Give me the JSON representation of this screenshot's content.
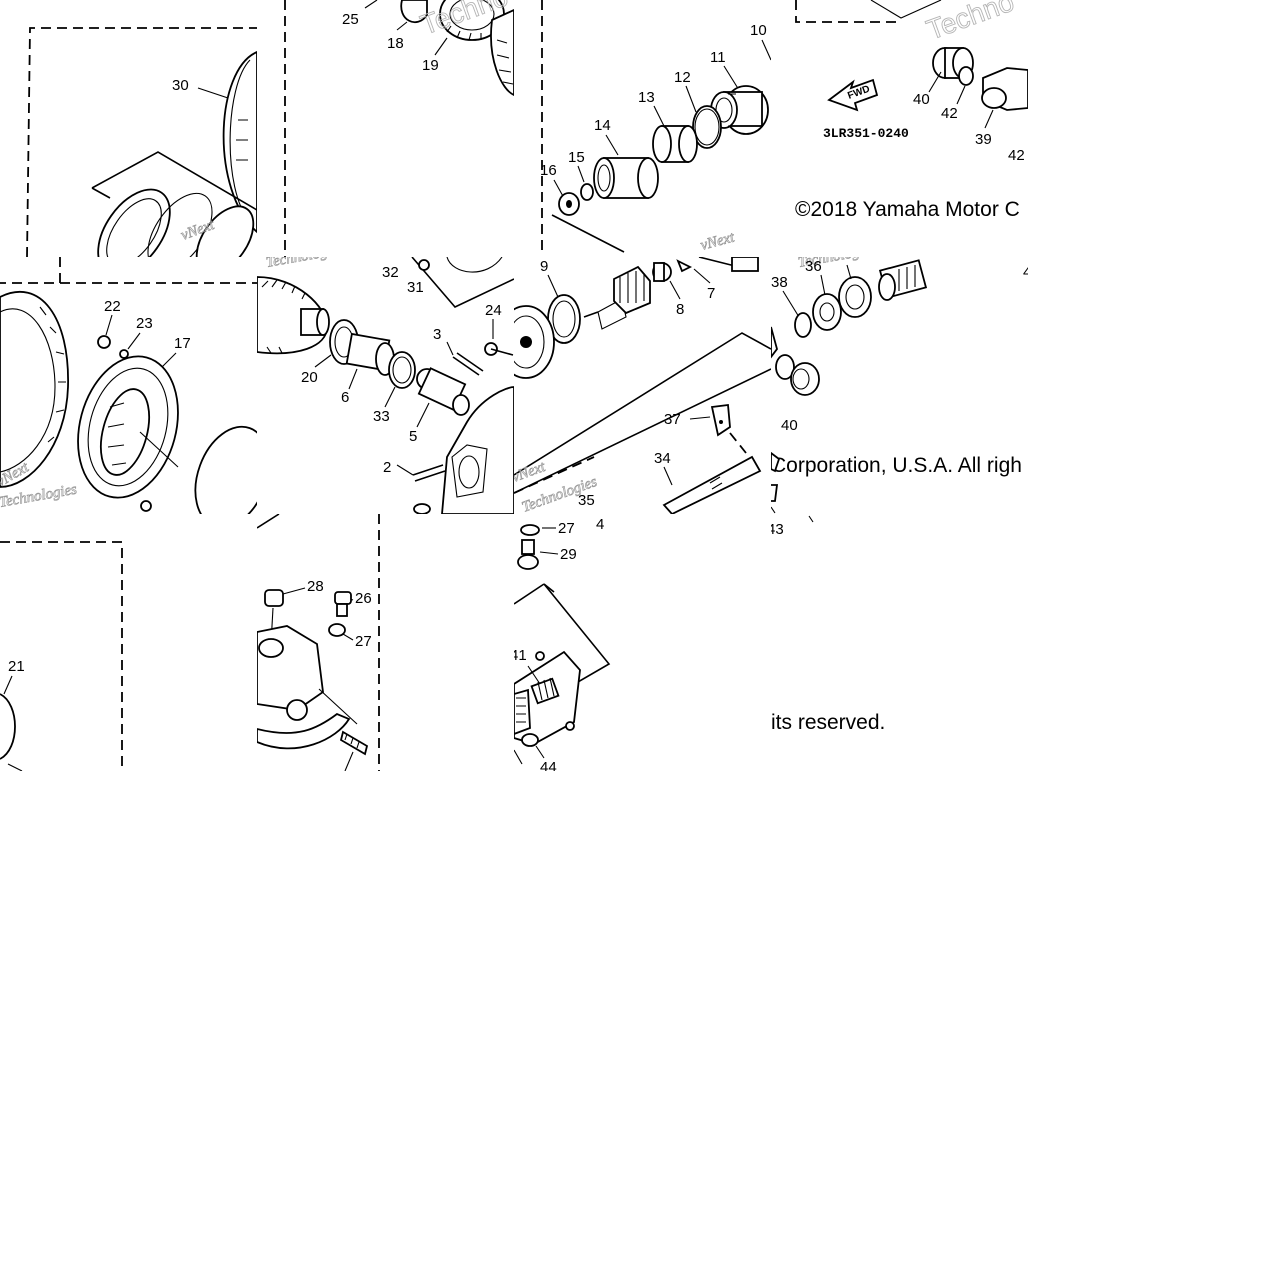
{
  "diagram": {
    "copyright": {
      "part1": "©2018 Yamaha Motor C",
      "part2": "Corporation, U.S.A. All righ",
      "part3": "its reserved."
    },
    "code": "3LR351-0240",
    "fwd": "FWD",
    "watermark": {
      "brand": "vNext",
      "tech": "Technologies",
      "big": "Techno"
    },
    "callouts": {
      "c1": "25",
      "c2": "18",
      "c3": "19",
      "c4": "30",
      "c5": "10",
      "c6": "11",
      "c7": "12",
      "c8": "13",
      "c9": "14",
      "c10": "15",
      "c11": "16",
      "c12": "40",
      "c13": "42",
      "c14": "39",
      "c15": "42",
      "c16": "22",
      "c17": "23",
      "c18": "17",
      "c19": "32",
      "c20": "31",
      "c21": "24",
      "c22": "3",
      "c23": "20",
      "c24": "6",
      "c25": "33",
      "c26": "5",
      "c27": "2",
      "c28": "9",
      "c29": "8",
      "c30": "7",
      "c31": "37",
      "c32": "34",
      "c33": "35",
      "c34": "4",
      "c35": "38",
      "c36": "36",
      "c37": "4",
      "c38": "40",
      "c39": "43",
      "c40": "21",
      "c41": "28",
      "c42": "26",
      "c43": "27",
      "c44": "27",
      "c45": "29",
      "c46": "41",
      "c47": "44"
    }
  }
}
